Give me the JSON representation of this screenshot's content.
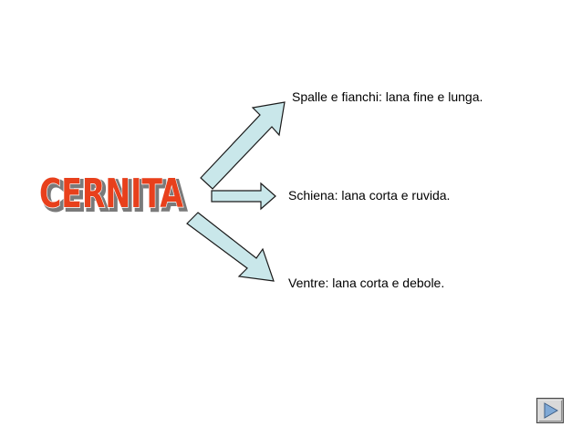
{
  "title": "CERNITA",
  "colors": {
    "title_fill": "#e8401c",
    "title_outline": "#ffffff",
    "title_shadow": "#7a7a7a",
    "arrow_fill": "#c9e7ea",
    "arrow_stroke": "#1a1a1a",
    "nav_fill": "#7fa9d6",
    "nav_border": "#4a4a4a"
  },
  "branches": [
    {
      "text": "Spalle e fianchi: lana fine e lunga."
    },
    {
      "text": "Schiena: lana corta e ruvida."
    },
    {
      "text": "Ventre: lana corta e debole."
    }
  ],
  "nav": {
    "icon": "play-next-icon"
  }
}
